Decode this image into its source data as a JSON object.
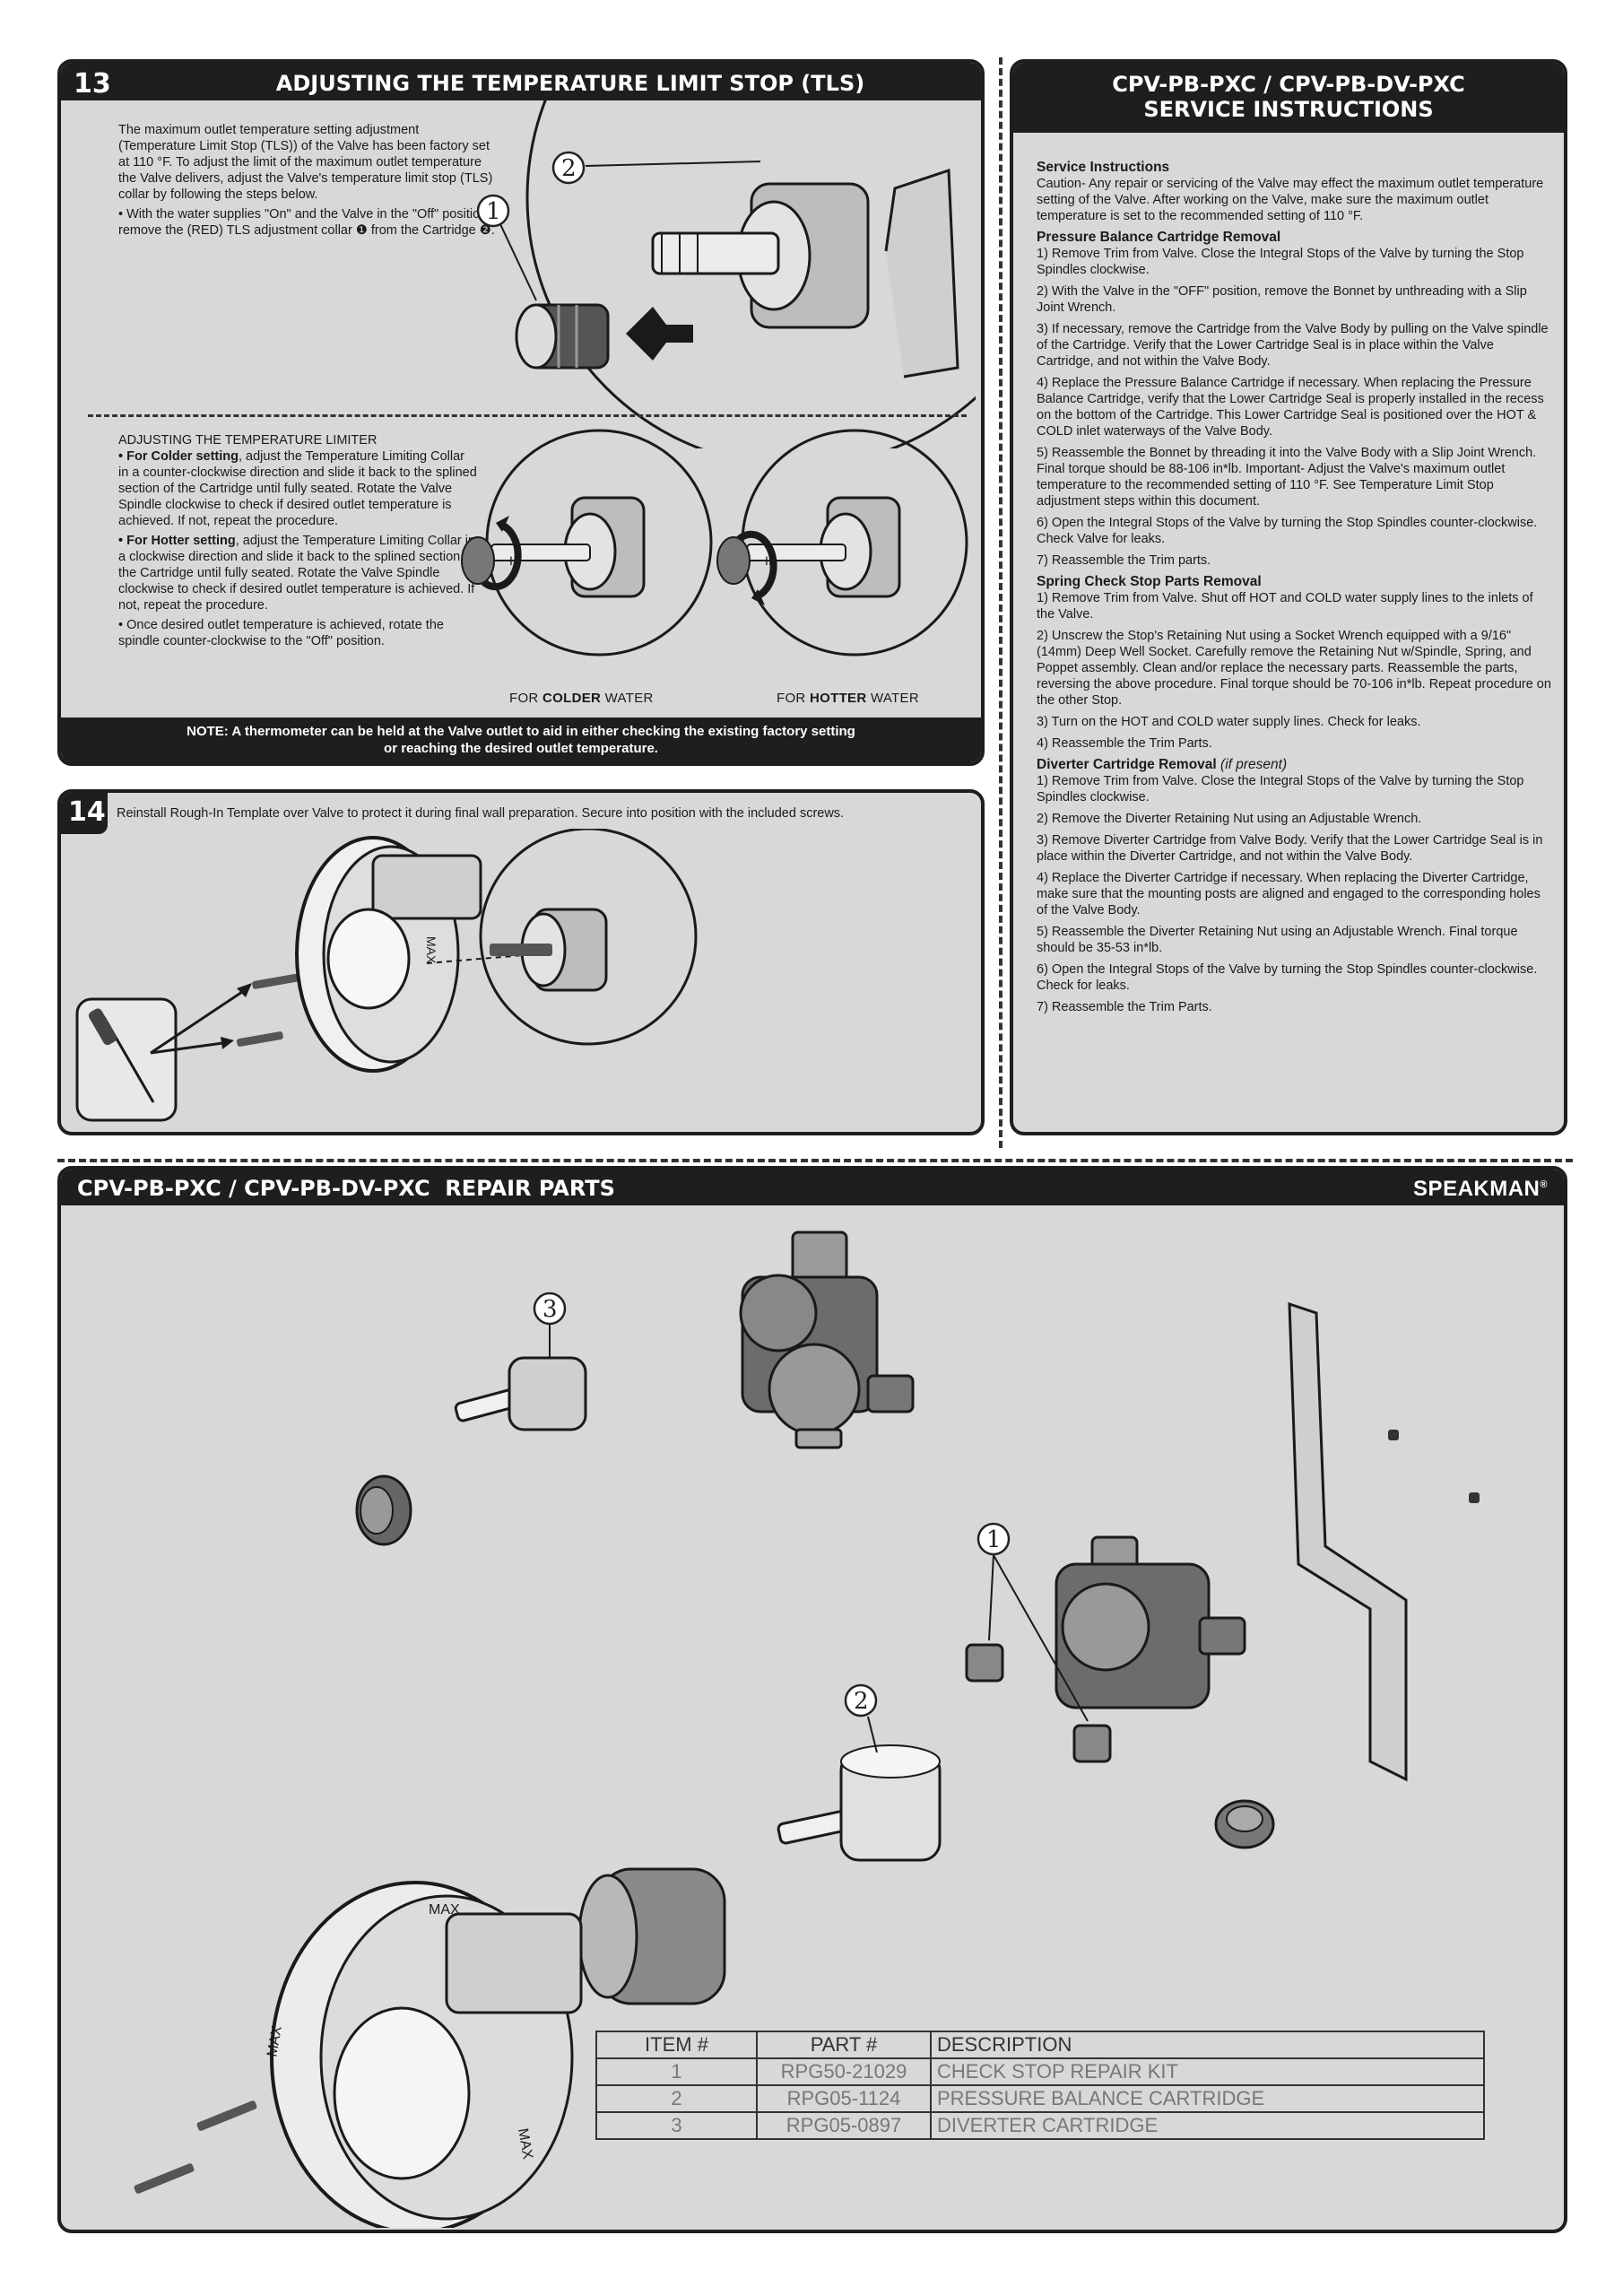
{
  "step13": {
    "number": "13",
    "title": "ADJUSTING THE TEMPERATURE LIMIT STOP (TLS)",
    "intro": "The maximum outlet temperature setting adjustment (Temperature Limit Stop (TLS)) of the Valve has been factory set at 110 °F. To adjust the limit of the maximum outlet temperature the Valve delivers, adjust the Valve's temperature limit stop (TLS) collar by following the steps below.",
    "bullet1": "• With the water supplies \"On\" and the Valve in the \"Off\" position, remove the (RED) TLS adjustment collar ❶ from the Cartridge ❷.",
    "limiter_heading": "ADJUSTING THE TEMPERATURE LIMITER",
    "colder_label": "• For Colder setting",
    "colder_text": ", adjust the Temperature Limiting Collar in a counter-clockwise direction and slide it back to the splined section of the Cartridge until fully seated. Rotate the Valve Spindle clockwise to check if desired outlet temperature is achieved. If not, repeat the procedure.",
    "hotter_label": "• For Hotter setting",
    "hotter_text": ", adjust the Temperature Limiting Collar in a clockwise direction and slide it back to the splined section of the Cartridge until fully seated. Rotate the Valve Spindle clockwise to check if desired outlet temperature is achieved. If not, repeat the procedure.",
    "bullet_final": "• Once desired outlet temperature is achieved, rotate the spindle counter-clockwise to the \"Off\" position.",
    "colder_caption_pre": "FOR ",
    "colder_caption_bold": "COLDER",
    "colder_caption_post": " WATER",
    "hotter_caption_pre": "FOR ",
    "hotter_caption_bold": "HOTTER",
    "hotter_caption_post": " WATER",
    "note_line1": "NOTE: A thermometer can be held at the Valve outlet to aid in either checking the existing factory setting",
    "note_line2": "or reaching the desired outlet temperature.",
    "callout1": "1",
    "callout2": "2",
    "limit_marks": [
      "I",
      "II"
    ]
  },
  "step14": {
    "number": "14",
    "text": "Reinstall Rough-In Template over Valve to protect it during final wall preparation. Secure into position with the included screws.",
    "template_label": "MAX"
  },
  "service": {
    "title_line1": "CPV-PB-PXC / CPV-PB-DV-PXC",
    "title_line2": "SERVICE INSTRUCTIONS",
    "sections": [
      {
        "heading": "Service Instructions",
        "items": [
          "Caution- Any repair or servicing of the Valve may effect the maximum outlet temperature setting of the Valve. After working on the Valve, make sure the maximum outlet temperature is set to the recommended setting of 110 °F."
        ]
      },
      {
        "heading": "Pressure Balance Cartridge Removal",
        "items": [
          "1) Remove Trim from Valve. Close the Integral Stops of the Valve by turning the Stop Spindles clockwise.",
          "2) With the Valve in the \"OFF\" position, remove the Bonnet by unthreading with a Slip Joint Wrench.",
          "3) If necessary, remove the Cartridge from the Valve Body by pulling on the Valve spindle of the Cartridge. Verify that the Lower Cartridge Seal is in place within the Valve Cartridge, and not within the Valve Body.",
          "4) Replace the Pressure Balance Cartridge if necessary. When replacing the Pressure Balance Cartridge, verify that the Lower Cartridge Seal is properly installed in the recess on the bottom of the Cartridge. This Lower Cartridge Seal is positioned over the HOT & COLD inlet waterways of the Valve Body.",
          "5) Reassemble the Bonnet by threading it into the Valve Body with a Slip Joint Wrench. Final torque should be 88-106 in*lb. Important- Adjust the Valve's maximum outlet temperature to the recommended setting of 110 °F. See Temperature Limit Stop adjustment steps within this document.",
          "6) Open the Integral Stops of the Valve by turning the Stop Spindles counter-clockwise. Check Valve for leaks.",
          "7) Reassemble the Trim parts."
        ]
      },
      {
        "heading": "Spring Check Stop Parts Removal",
        "items": [
          "1) Remove Trim from Valve. Shut off HOT and COLD water supply lines to the inlets of the Valve.",
          "2) Unscrew the Stop's Retaining Nut using a Socket Wrench equipped with a 9/16\" (14mm) Deep Well Socket. Carefully remove the Retaining Nut w/Spindle, Spring, and Poppet assembly. Clean and/or replace the necessary parts. Reassemble the parts, reversing the above procedure. Final torque should be 70-106 in*lb. Repeat procedure on the other Stop.",
          "3) Turn on the HOT and COLD water supply lines. Check for leaks.",
          "4) Reassemble the Trim Parts."
        ]
      },
      {
        "heading": "Diverter Cartridge Removal",
        "heading_note": "(if present)",
        "items": [
          "1) Remove Trim from Valve. Close the Integral Stops of the Valve by turning the Stop Spindles clockwise.",
          "2) Remove the Diverter Retaining Nut using an Adjustable Wrench.",
          "3) Remove Diverter Cartridge from Valve Body. Verify that the Lower Cartridge Seal is in place within the Diverter Cartridge, and not within the Valve Body.",
          "4) Replace the Diverter Cartridge if necessary. When replacing the Diverter Cartridge, make sure that the mounting posts are aligned and engaged to the corresponding holes of the Valve Body.",
          "5) Reassemble the Diverter Retaining Nut using an Adjustable Wrench. Final torque should be 35-53 in*lb.",
          "6) Open the Integral Stops of the Valve by turning the Stop Spindles counter-clockwise. Check for leaks.",
          "7) Reassemble the Trim Parts."
        ]
      }
    ]
  },
  "repair": {
    "title": "CPV-PB-PXC / CPV-PB-DV-PXC  REPAIR PARTS",
    "brand": "SPEAKMAN",
    "brand_mark": "®",
    "callouts": [
      "1",
      "2",
      "3"
    ],
    "template_labels": [
      "MAX",
      "MAX",
      "MAX"
    ],
    "table": {
      "headers": [
        "ITEM #",
        "PART #",
        "DESCRIPTION"
      ],
      "rows": [
        [
          "1",
          "RPG50-21029",
          "CHECK STOP REPAIR KIT"
        ],
        [
          "2",
          "RPG05-1124",
          "PRESSURE BALANCE CARTRIDGE"
        ],
        [
          "3",
          "RPG05-0897",
          "DIVERTER CARTRIDGE"
        ]
      ]
    }
  }
}
